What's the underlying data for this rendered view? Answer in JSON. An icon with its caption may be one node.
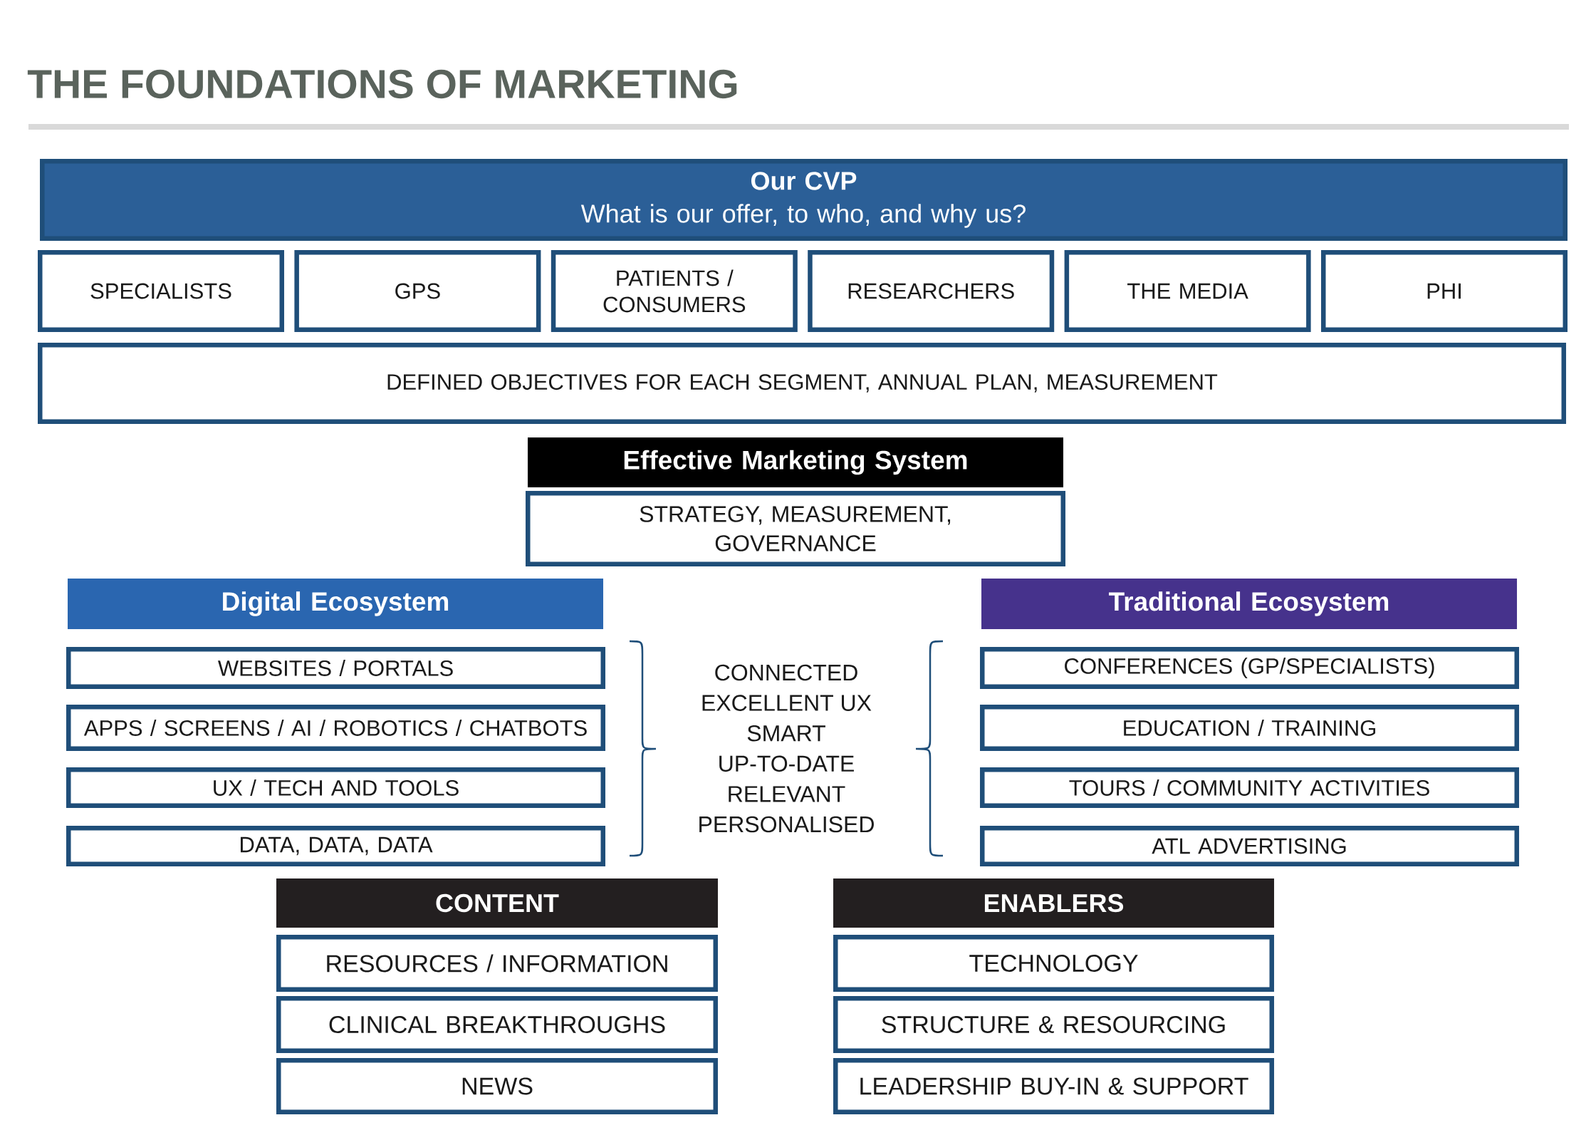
{
  "diagram": {
    "title": "THE FOUNDATIONS OF MARKETING",
    "nodes": [
      {
        "text": [
          "Our CVP",
          "What is our offer, to who, and why us?"
        ]
      },
      {
        "text": [
          "SPECIALISTS"
        ]
      },
      {
        "text": [
          "GPS"
        ]
      },
      {
        "text": [
          "PATIENTS / CONSUMERS"
        ]
      },
      {
        "text": [
          "RESEARCHERS"
        ]
      },
      {
        "text": [
          "THE MEDIA"
        ]
      },
      {
        "text": [
          "PHI"
        ]
      },
      {
        "text": [
          "DEFINED OBJECTIVES FOR EACH SEGMENT, ANNUAL PLAN, MEASUREMENT"
        ]
      },
      {
        "text": [
          "Effective Marketing System"
        ]
      },
      {
        "text": [
          "STRATEGY, MEASUREMENT, GOVERNANCE"
        ]
      },
      {
        "text": [
          "Digital Ecosystem"
        ]
      },
      {
        "text": [
          "WEBSITES / PORTALS"
        ]
      },
      {
        "text": [
          "APPS / SCREENS / AI / ROBOTICS / CHATBOTS"
        ]
      },
      {
        "text": [
          "UX / TECH AND TOOLS"
        ]
      },
      {
        "text": [
          "DATA, DATA, DATA"
        ]
      },
      {
        "text": [
          "Traditional Ecosystem"
        ]
      },
      {
        "text": [
          "CONFERENCES (GP/SPECIALISTS)"
        ]
      },
      {
        "text": [
          "EDUCATION / TRAINING"
        ]
      },
      {
        "text": [
          "TOURS / COMMUNITY ACTIVITIES"
        ]
      },
      {
        "text": [
          "ATL ADVERTISING"
        ]
      },
      {
        "text": [
          "CONTENT"
        ]
      },
      {
        "text": [
          "RESOURCES / INFORMATION"
        ]
      },
      {
        "text": [
          "CLINICAL BREAKTHROUGHS"
        ]
      },
      {
        "text": [
          "NEWS"
        ]
      },
      {
        "text": [
          "ENABLERS"
        ]
      },
      {
        "text": [
          "TECHNOLOGY"
        ]
      },
      {
        "text": [
          "STRUCTURE & RESOURCING"
        ]
      },
      {
        "text": [
          "LEADERSHIP BUY-IN & SUPPORT"
        ]
      }
    ],
    "labels": [
      "CONNECTED",
      "EXCELLENT UX",
      "SMART",
      "UP-TO-DATE",
      "RELEVANT",
      "PERSONALISED"
    ]
  }
}
